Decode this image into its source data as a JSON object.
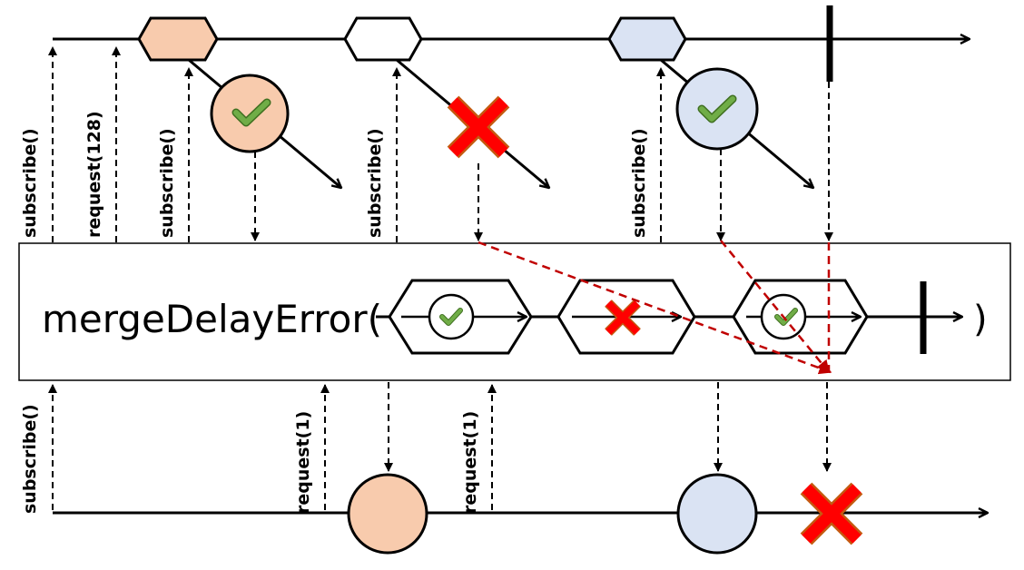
{
  "operator": {
    "name": "mergeDelayError(",
    "closing_paren": ")"
  },
  "upstream_calls": {
    "subscribe_main": "subscribe()",
    "request_main": "request(128)",
    "subscribe_inner_1": "subscribe()",
    "subscribe_inner_2": "subscribe()",
    "subscribe_inner_3": "subscribe()"
  },
  "downstream_calls": {
    "subscribe": "subscribe()",
    "request_1": "request(1)",
    "request_2": "request(1)"
  },
  "colors": {
    "orange_item": "#f8cbad",
    "blue_item": "#dae3f3",
    "white_item": "#ffffff",
    "check_green": "#70ad47",
    "error_red": "#ff0000",
    "error_border": "#c55a11",
    "error_path": "#c00000",
    "stroke": "#000000"
  },
  "icons": {
    "success": "checkmark-icon",
    "error": "x-cross-icon",
    "completion": "completion-bar",
    "flow_arrow": "arrow-right-icon"
  }
}
